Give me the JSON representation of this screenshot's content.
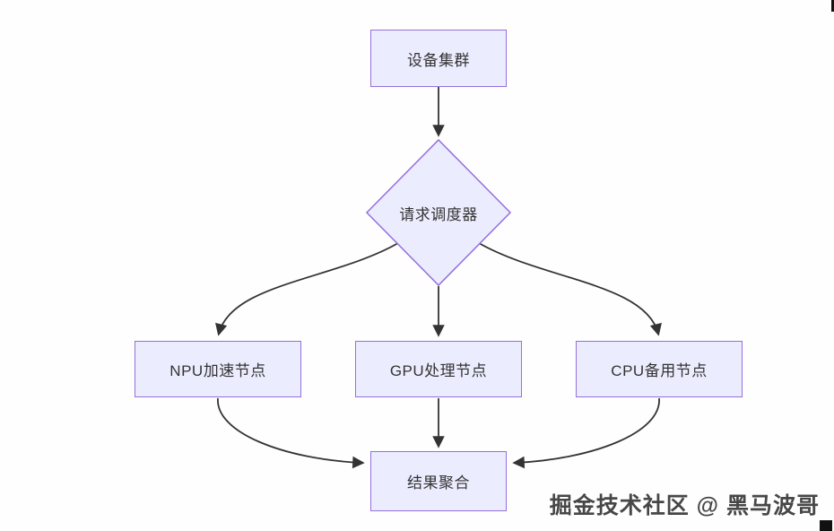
{
  "diagram": {
    "type": "flowchart",
    "direction": "top-down",
    "nodes": {
      "device_cluster": {
        "label": "设备集群",
        "shape": "rectangle"
      },
      "scheduler": {
        "label": "请求调度器",
        "shape": "diamond"
      },
      "npu_node": {
        "label": "NPU加速节点",
        "shape": "rectangle"
      },
      "gpu_node": {
        "label": "GPU处理节点",
        "shape": "rectangle"
      },
      "cpu_node": {
        "label": "CPU备用节点",
        "shape": "rectangle"
      },
      "aggregation": {
        "label": "结果聚合",
        "shape": "rectangle"
      }
    },
    "edges": [
      {
        "from": "设备集群",
        "to": "请求调度器"
      },
      {
        "from": "请求调度器",
        "to": "NPU加速节点"
      },
      {
        "from": "请求调度器",
        "to": "GPU处理节点"
      },
      {
        "from": "请求调度器",
        "to": "CPU备用节点"
      },
      {
        "from": "NPU加速节点",
        "to": "结果聚合"
      },
      {
        "from": "GPU处理节点",
        "to": "结果聚合"
      },
      {
        "from": "CPU备用节点",
        "to": "结果聚合"
      }
    ],
    "colors": {
      "node_fill": "#ECECFF",
      "node_border": "#9370DB",
      "edge_line": "#333333",
      "node_text": "#333333"
    }
  },
  "watermark": {
    "text": "掘金技术社区 @ 黑马波哥"
  }
}
